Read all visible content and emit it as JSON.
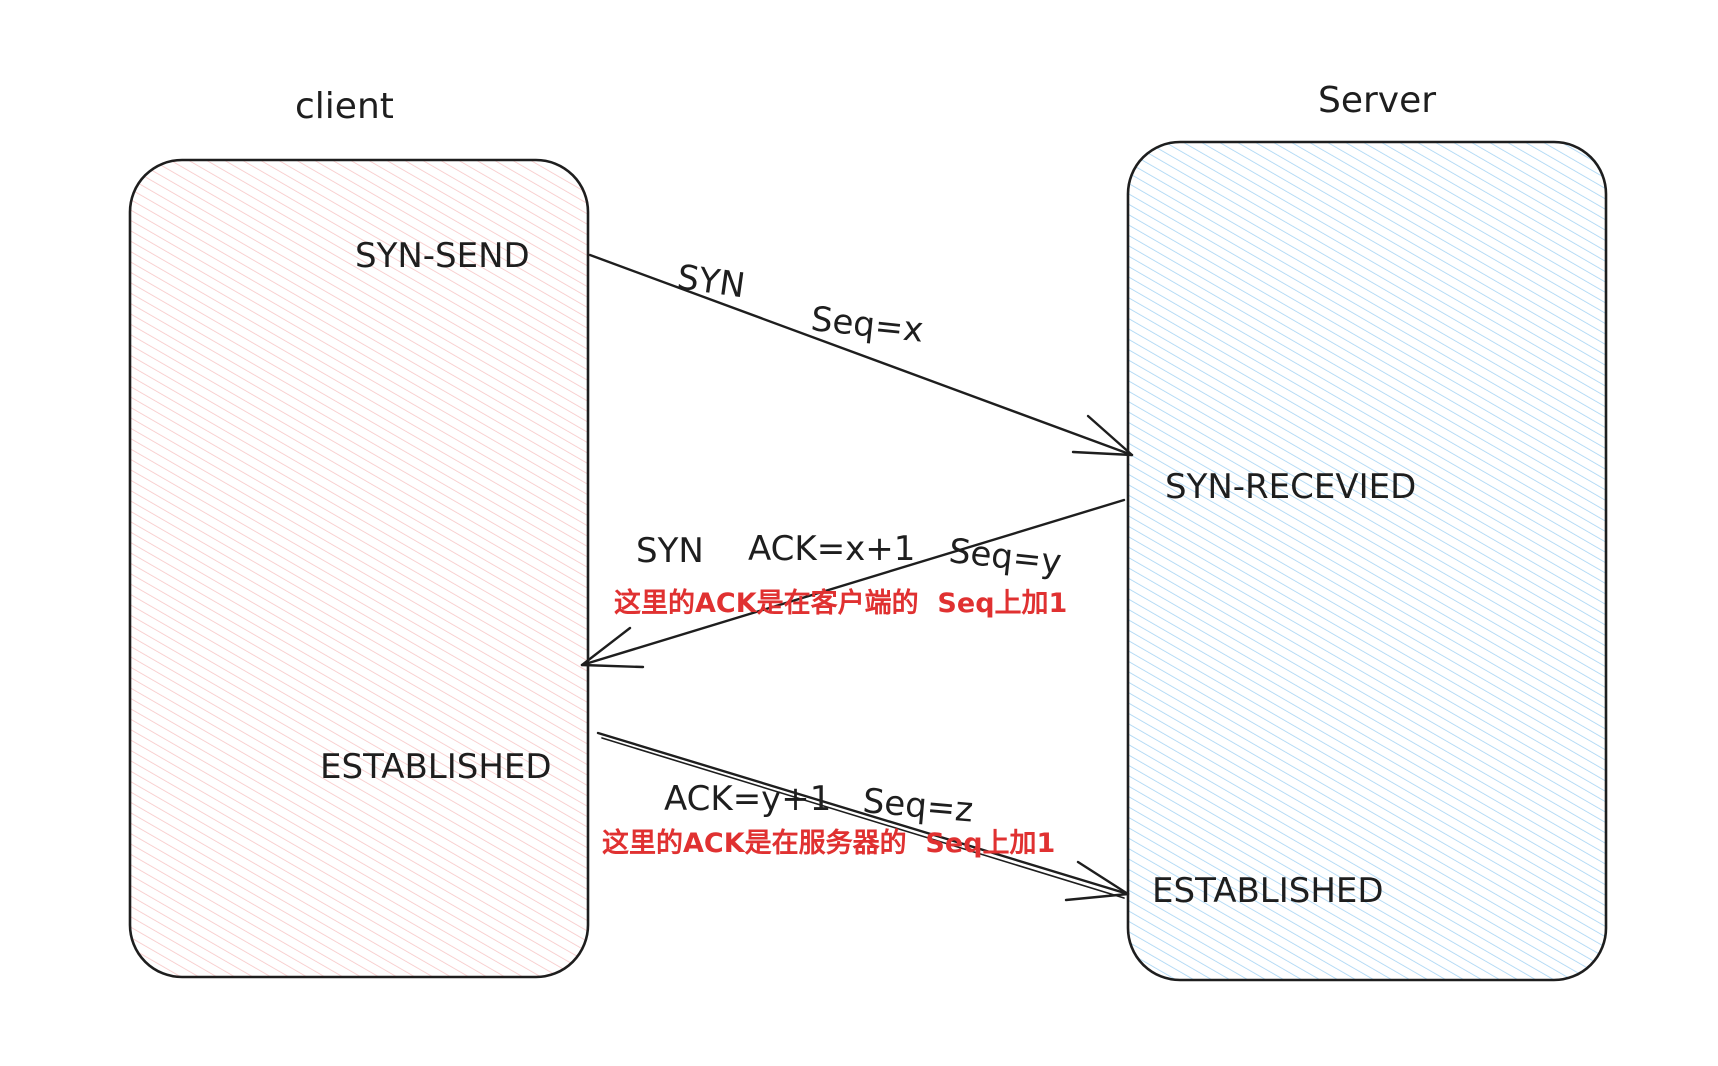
{
  "colors": {
    "client_hatch": "#f7c6c6",
    "server_hatch": "#a5d3f3",
    "ink": "#1e1e1e",
    "note": "#e03131"
  },
  "client": {
    "title": "client",
    "state_initial": "SYN-SEND",
    "state_final": "ESTABLISHED"
  },
  "server": {
    "title": "Server",
    "state_received": "SYN-RECEVIED",
    "state_final": "ESTABLISHED"
  },
  "messages": {
    "first": {
      "flag": "SYN",
      "seq": "Seq=x"
    },
    "second": {
      "flag": "SYN",
      "ack": "ACK=x+1",
      "seq": "Seq=y",
      "note": "这里的ACK是在客户端的  Seq上加1"
    },
    "third": {
      "ack": "ACK=y+1",
      "seq": "Seq=z",
      "note": "这里的ACK是在服务器的  Seq上加1"
    }
  }
}
